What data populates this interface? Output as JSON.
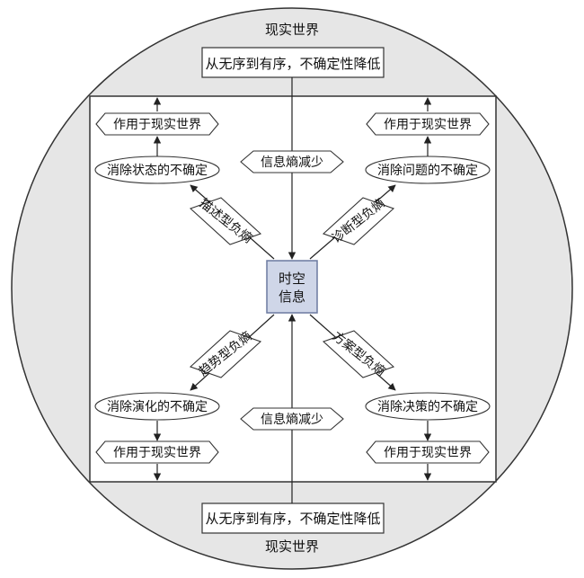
{
  "outer": {
    "top_label": "现实世界",
    "bottom_label": "现实世界",
    "top_banner": "从无序到有序，不确定性降低",
    "bottom_banner": "从无序到有序，不确定性降低"
  },
  "center": {
    "line1": "时空",
    "line2": "信息"
  },
  "entropy_top": "信息熵减少",
  "entropy_bottom": "信息熵减少",
  "quadrants": {
    "top_left": {
      "apply": "作用于现实世界",
      "eliminate": "消除状态的不确定",
      "entropy": "描述型负熵"
    },
    "top_right": {
      "apply": "作用于现实世界",
      "eliminate": "消除问题的不确定",
      "entropy": "诊断型负熵"
    },
    "bottom_left": {
      "apply": "作用于现实世界",
      "eliminate": "消除演化的不确定",
      "entropy": "趋势型负熵"
    },
    "bottom_right": {
      "apply": "作用于现实世界",
      "eliminate": "消除决策的不确定",
      "entropy": "方案型负熵"
    }
  },
  "colors": {
    "outer_fill": "#e6e6e6",
    "stroke": "#333333",
    "center_fill": "#cfd6e8",
    "center_stroke": "#6c7aa0",
    "white": "#ffffff"
  }
}
